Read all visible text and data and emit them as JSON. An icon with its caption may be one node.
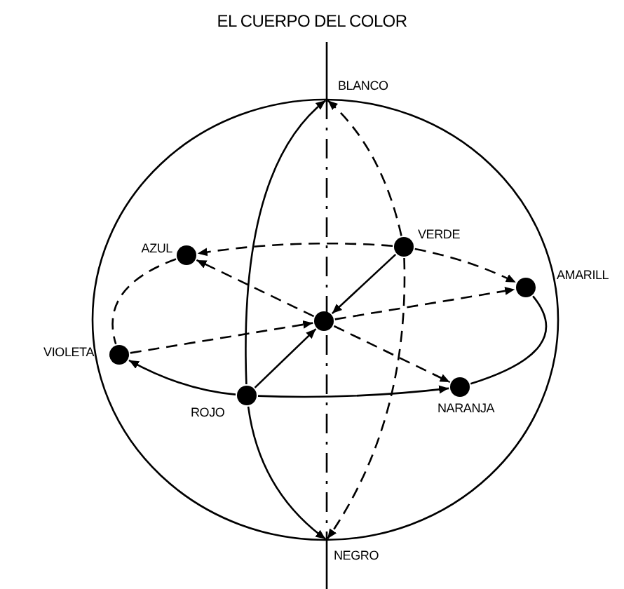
{
  "diagram": {
    "title": "EL CUERPO DEL COLOR",
    "nodes": [
      {
        "text": [
          "BLANCO"
        ]
      },
      {
        "text": [
          "AZUL"
        ]
      },
      {
        "text": [
          "VERDE"
        ]
      },
      {
        "text": [
          "AMARILL"
        ]
      },
      {
        "text": [],
        "shape": "circle"
      },
      {
        "text": [
          "VIOLETA"
        ]
      },
      {
        "text": [
          "ROJO"
        ]
      },
      {
        "text": [
          "NARANJA"
        ]
      },
      {
        "text": [
          "NEGRO"
        ]
      }
    ],
    "edges": [
      {
        "from": 2,
        "to": 0,
        "arrow": "to",
        "style": "dashed"
      },
      {
        "from": 2,
        "to": 8,
        "arrow": "to",
        "style": "dashed"
      },
      {
        "from": 6,
        "to": 0,
        "arrow": "to"
      },
      {
        "from": 6,
        "to": 8,
        "arrow": "to"
      },
      {
        "from": 2,
        "to": 4,
        "arrow": "to"
      },
      {
        "from": 6,
        "to": 4,
        "arrow": "to"
      },
      {
        "from": 4,
        "to": 1,
        "arrow": "to",
        "style": "dashed"
      },
      {
        "from": 5,
        "to": 4,
        "arrow": "to",
        "style": "dashed"
      },
      {
        "from": 4,
        "to": 7,
        "arrow": "to",
        "style": "dashed"
      },
      {
        "from": 4,
        "to": 3,
        "arrow": "to",
        "style": "dashed"
      },
      {
        "from": 2,
        "to": 1,
        "arrow": "to",
        "style": "dashed"
      },
      {
        "from": 2,
        "to": 3,
        "arrow": "to",
        "style": "dashed"
      },
      {
        "from": 6,
        "to": 5,
        "arrow": "to"
      },
      {
        "from": 6,
        "to": 7,
        "arrow": "to"
      },
      {
        "from": 1,
        "to": 5,
        "arrow": "none",
        "style": "dashed"
      },
      {
        "from": 3,
        "to": 7,
        "arrow": "none"
      }
    ]
  }
}
